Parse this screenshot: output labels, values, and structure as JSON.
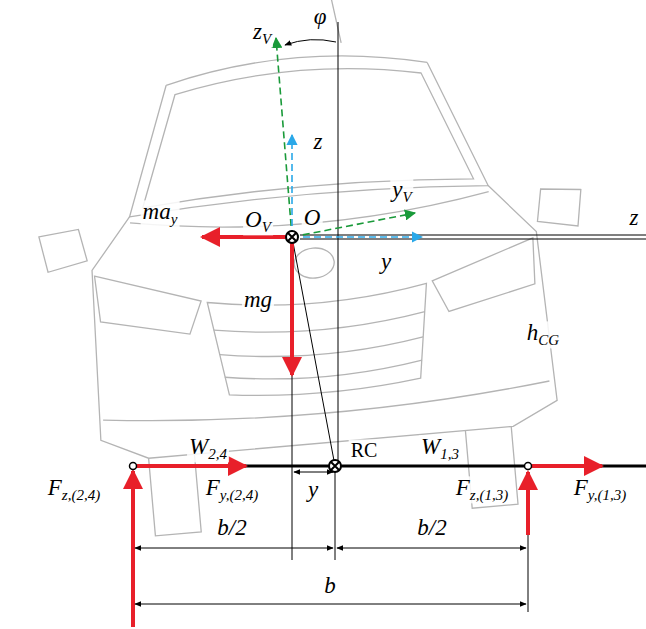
{
  "diagram": {
    "labels": [
      "zV",
      "φ",
      "z",
      "OV",
      "O",
      "yV",
      "may",
      "y",
      "mg",
      "hCG",
      "RC",
      "W2,4",
      "W1,3",
      "Fz,(2,4)",
      "Fy,(2,4)",
      "y",
      "Fz,(1,3)",
      "Fy,(1,3)",
      "b/2",
      "b/2",
      "b",
      "z"
    ]
  }
}
